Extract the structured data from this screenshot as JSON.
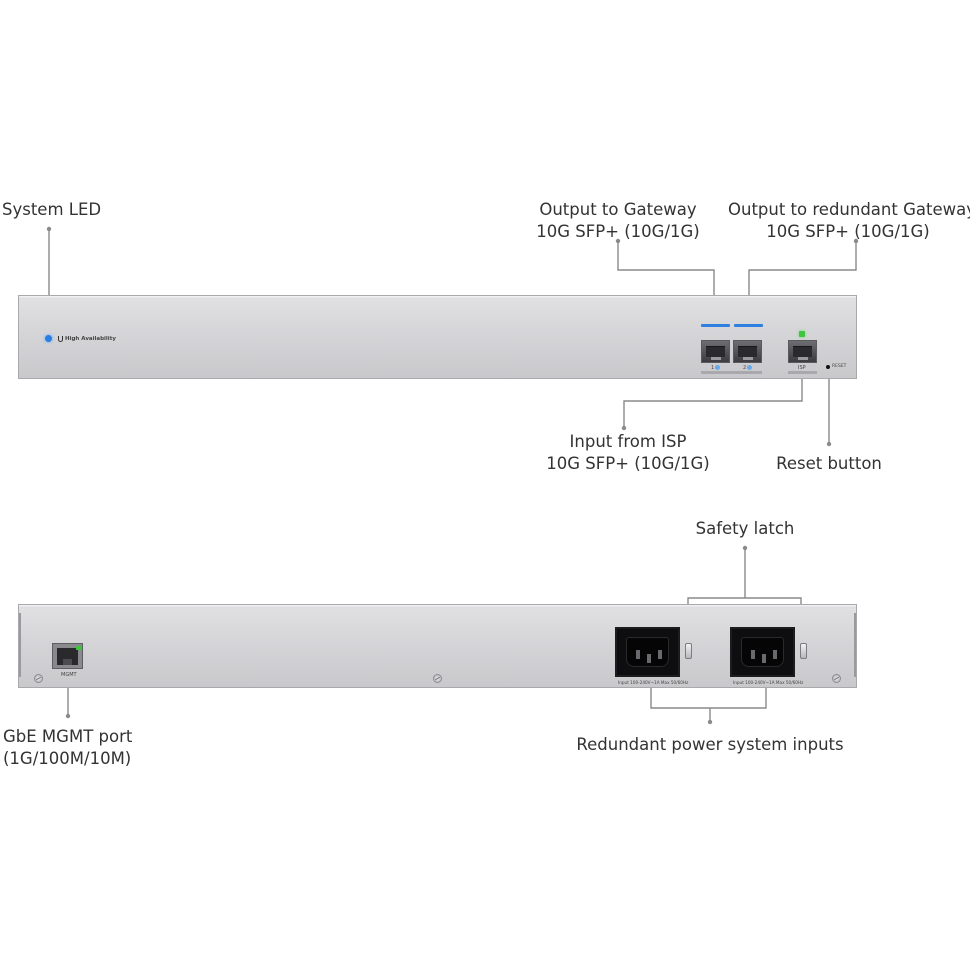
{
  "labels": {
    "system_led": "System LED",
    "output_gateway": [
      "Output to Gateway",
      "10G SFP+ (10G/1G)"
    ],
    "output_redundant_gateway": [
      "Output to redundant Gateway",
      "10G SFP+ (10G/1G)"
    ],
    "input_isp": [
      "Input from ISP",
      "10G SFP+ (10G/1G)"
    ],
    "reset_button": "Reset button",
    "safety_latch": "Safety latch",
    "gbe_mgmt_port": [
      "GbE MGMT port",
      "(1G/100M/10M)"
    ],
    "redundant_power": "Redundant power system inputs"
  },
  "front_panel": {
    "brand_text": "High Availability",
    "port_1_label": "1",
    "port_2_label": "2",
    "isp_port_label": "ISP",
    "reset_label": "RESET"
  },
  "rear_panel": {
    "mgmt_label": "MGMT",
    "psu_1_rating": "Input 100-240V~1A Max 50/60Hz",
    "psu_2_rating": "Input 100-240V~1A Max 50/60Hz"
  },
  "colors": {
    "system_led": "#2a7de1",
    "port_led_bar": "#2f7fe0",
    "isp_led": "#3ec43e",
    "mgmt_led": "#3ec43e",
    "leader_line": "#8a8a8a"
  }
}
